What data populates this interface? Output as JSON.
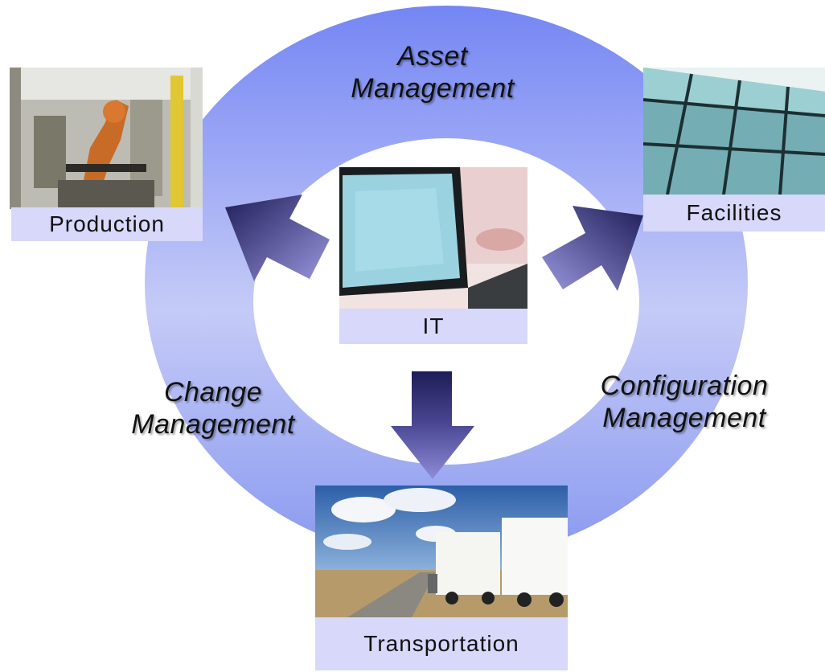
{
  "ring_labels": {
    "asset": [
      "Asset",
      "Management"
    ],
    "change": [
      "Change",
      "Management"
    ],
    "configuration": [
      "Configuration",
      "Management"
    ]
  },
  "nodes": {
    "center": "IT",
    "left": "Production",
    "right": "Facilities",
    "bottom": "Transportation"
  },
  "colors": {
    "ring_outer": "#7a8cf4",
    "ring_inner": "#f0f2ff",
    "arrow_dark": "#23205c",
    "arrow_light": "#8f8cd8",
    "label_bg": "#d8d8fb"
  }
}
